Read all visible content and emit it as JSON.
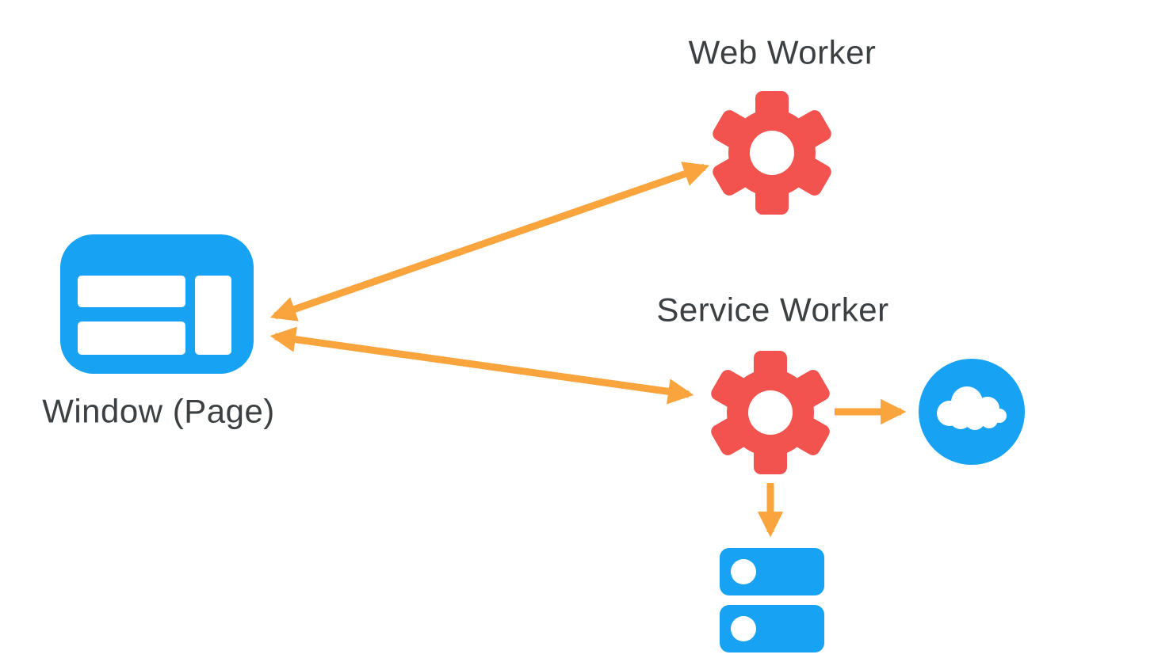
{
  "diagram": {
    "background": "#FFFFFF",
    "colors": {
      "blue": "#17A2F3",
      "red": "#F2534E",
      "orange": "#F9A43D",
      "label": "#3C4043",
      "white": "#FFFFFF"
    },
    "nodes": {
      "window_page": {
        "label": "Window (Page)",
        "icon": "browser-window-icon"
      },
      "web_worker": {
        "label": "Web Worker",
        "icon": "gear-icon"
      },
      "service_worker": {
        "label": "Service Worker",
        "icon": "gear-icon"
      },
      "network": {
        "icon": "cloud-icon"
      },
      "storage": {
        "icon": "database-stack-icon"
      }
    },
    "edges": [
      {
        "from": "window_page",
        "to": "web_worker",
        "direction": "bidirectional"
      },
      {
        "from": "window_page",
        "to": "service_worker",
        "direction": "bidirectional"
      },
      {
        "from": "service_worker",
        "to": "network",
        "direction": "forward"
      },
      {
        "from": "service_worker",
        "to": "storage",
        "direction": "forward"
      }
    ]
  }
}
